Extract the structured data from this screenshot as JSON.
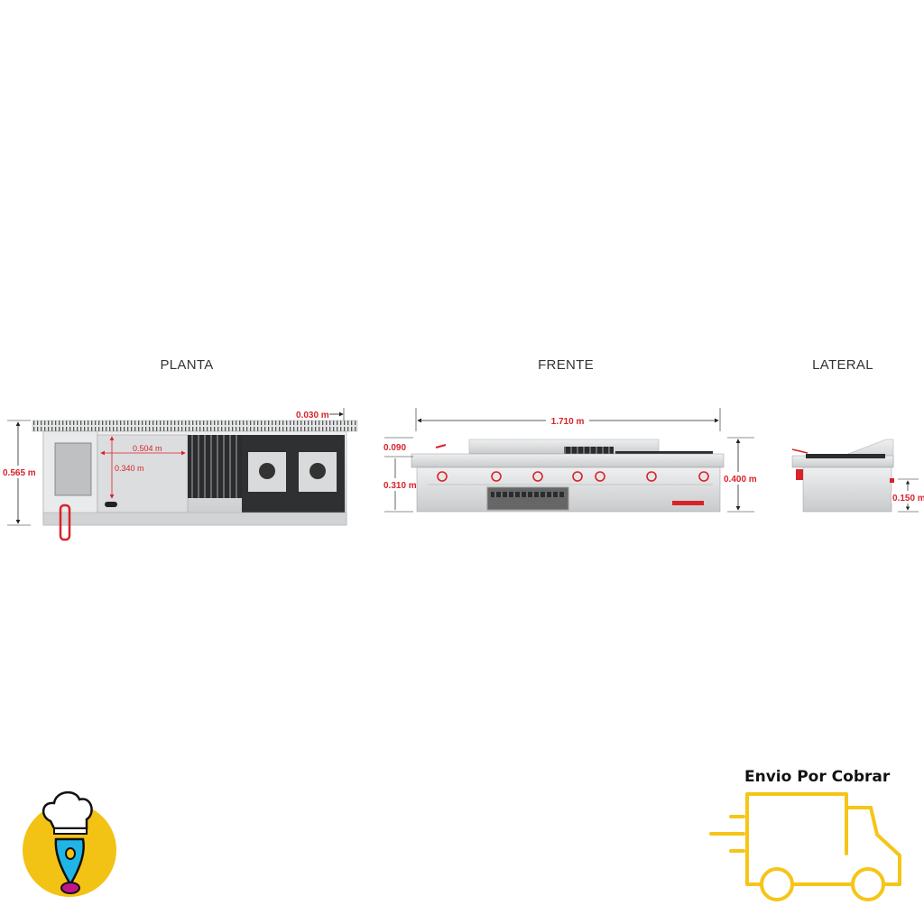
{
  "views": {
    "plan": {
      "title": "PLANTA",
      "depth": "0.565 m",
      "edge": "0.030 m",
      "griddle_width": "0.504 m",
      "griddle_depth": "0.340 m"
    },
    "front": {
      "title": "FRENTE",
      "width": "1.710 m",
      "backsplash": "0.090",
      "body_height": "0.310 m",
      "total_height": "0.400 m"
    },
    "side": {
      "title": "LATERAL",
      "leg_height": "0.150 m"
    }
  },
  "shipping": {
    "label": "Envio Por Cobrar"
  },
  "colors": {
    "dimension": "#d8232a",
    "brand_yellow": "#f2c215",
    "pin_blue": "#1fb5e6",
    "pin_magenta": "#c0168c",
    "steel": "#d9dadc",
    "dark_top": "#2b2c2e"
  },
  "icons": {
    "logo": "chef-hat-location-pin-icon",
    "shipping": "delivery-truck-icon"
  }
}
